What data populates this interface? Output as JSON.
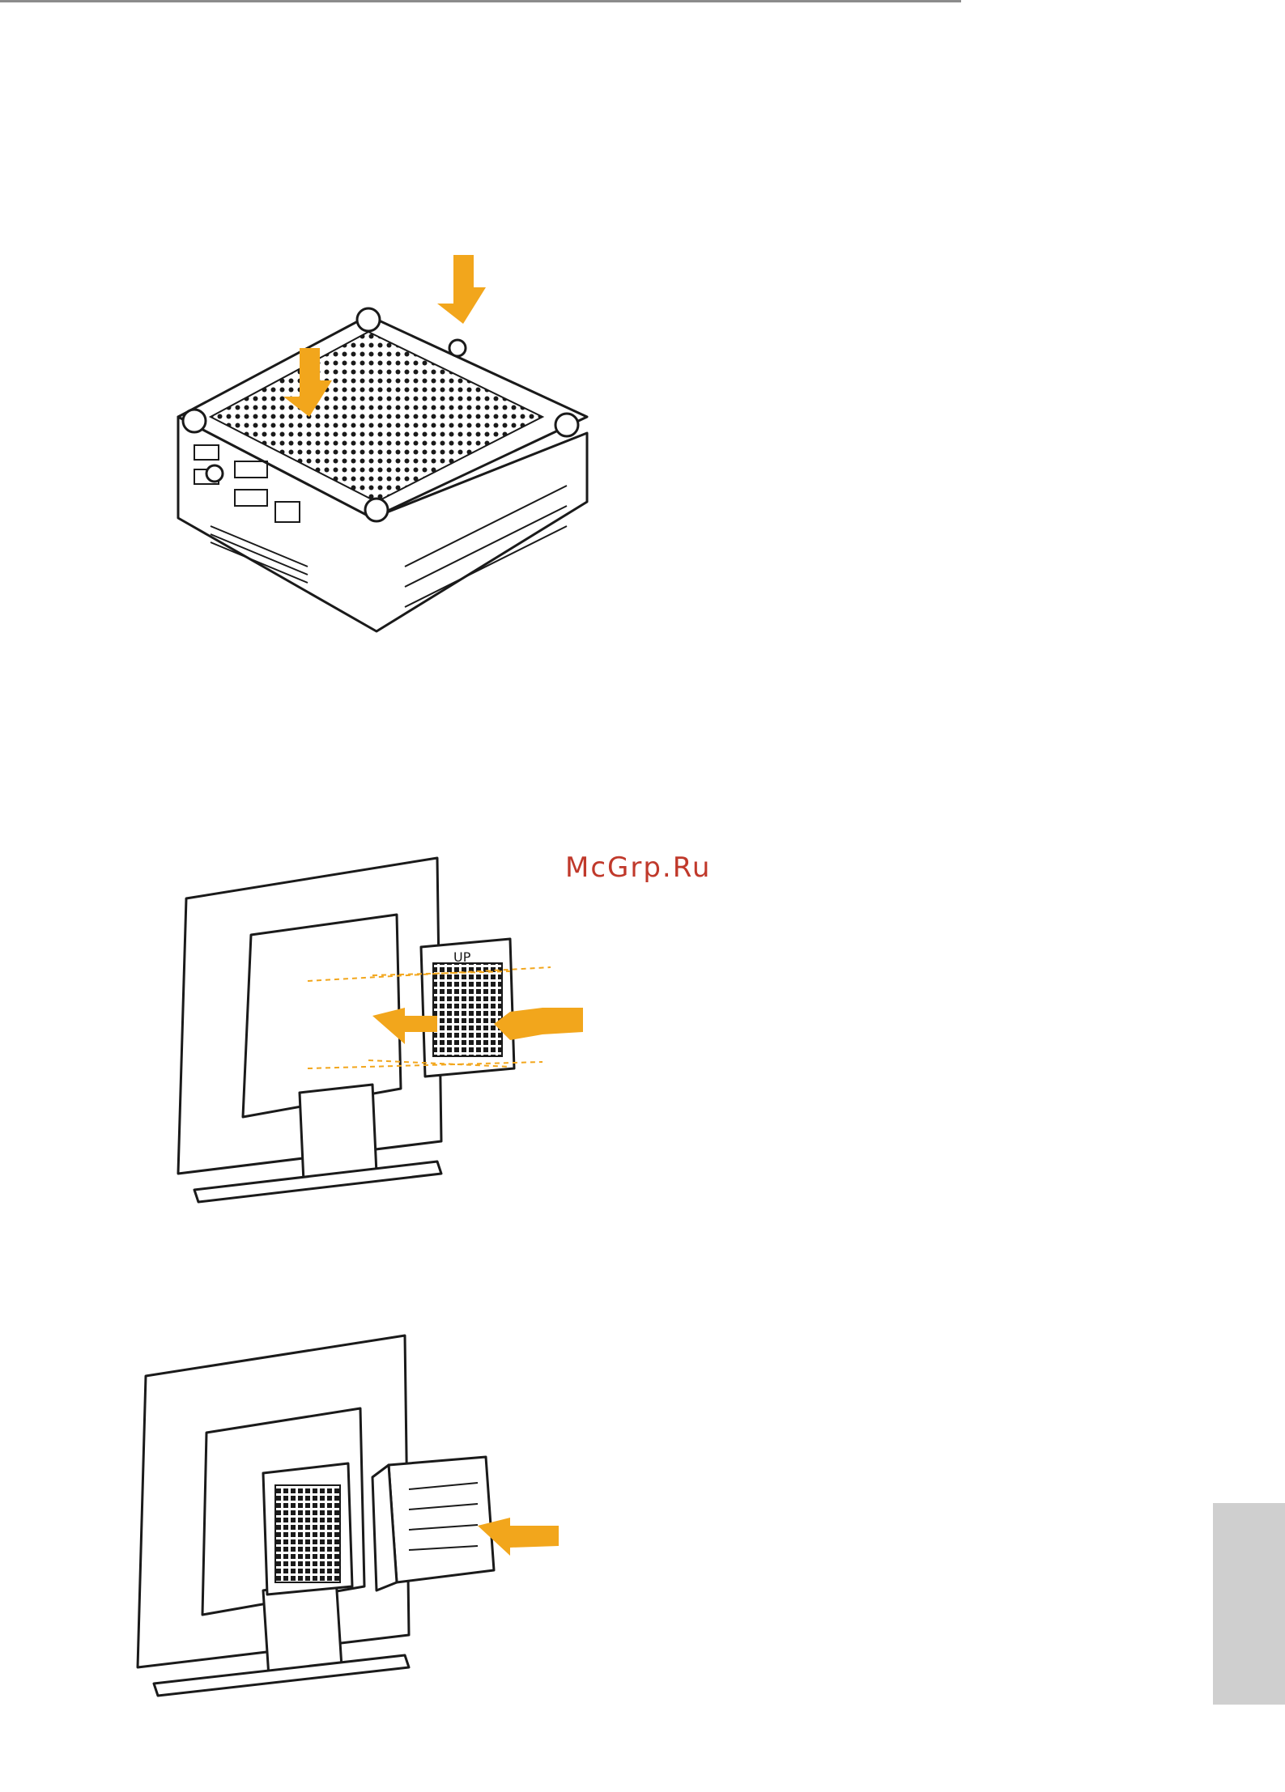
{
  "watermark": {
    "text": "McGrp.Ru"
  },
  "figures": [
    {
      "name": "mini-pc-bottom-screws"
    },
    {
      "name": "vesa-bracket-to-monitor"
    },
    {
      "name": "mini-pc-to-bracket"
    }
  ],
  "bracket_label": "UP",
  "colors": {
    "arrow": "#f2a61c",
    "outline": "#1a1a1a",
    "side_tab": "#cfcfcf",
    "rule": "#8c8c8c",
    "watermark": "#c0392b"
  }
}
